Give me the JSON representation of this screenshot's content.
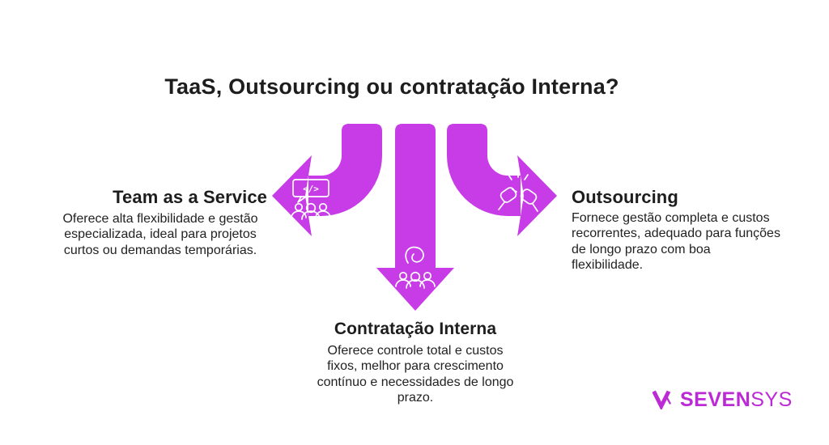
{
  "title": "TaaS, Outsourcing ou contratação Interna?",
  "colors": {
    "accent": "#C73CE6",
    "logo": "#BC2AD6",
    "text": "#1D1D1D",
    "body_text": "#222222",
    "icon_stroke": "#FFFFFF"
  },
  "sections": {
    "taas": {
      "heading": "Team as a Service",
      "body": "Oferece alta flexibilidade e gestão\nespecializada, ideal para projetos\ncurtos ou demandas temporárias.",
      "icon": "code-team-icon"
    },
    "outsourcing": {
      "heading": "Outsourcing",
      "body": "Fornece gestão completa e custos\nrecorrentes, adequado para funções\nde longo prazo com boa\nflexibilidade.",
      "icon": "fist-bump-icon"
    },
    "interna": {
      "heading": "Contratação Interna",
      "body": "Oferece controle total e custos\nfixos, melhor para crescimento\ncontínuo e necessidades de longo\nprazo.",
      "icon": "team-idea-icon"
    }
  },
  "icon_glyphs": {
    "code": "</>"
  },
  "logo": {
    "brand_bold": "SEVEN",
    "brand_light": "SYS",
    "mark": "double-v-mark"
  }
}
